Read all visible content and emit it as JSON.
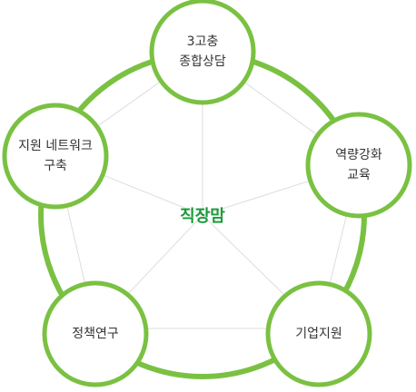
{
  "center": {
    "label": "직장맘"
  },
  "nodes": [
    {
      "id": "n1",
      "label": "3고충\n종합상담"
    },
    {
      "id": "n2",
      "label": "역량강화\n교육"
    },
    {
      "id": "n3",
      "label": "기업지원"
    },
    {
      "id": "n4",
      "label": "정책연구"
    },
    {
      "id": "n5",
      "label": "지원 네트워크\n구축"
    }
  ],
  "colors": {
    "accent": "#7ac142",
    "connector": "#dddddd",
    "center_text": "#1a9a3a",
    "node_text": "#333333"
  }
}
